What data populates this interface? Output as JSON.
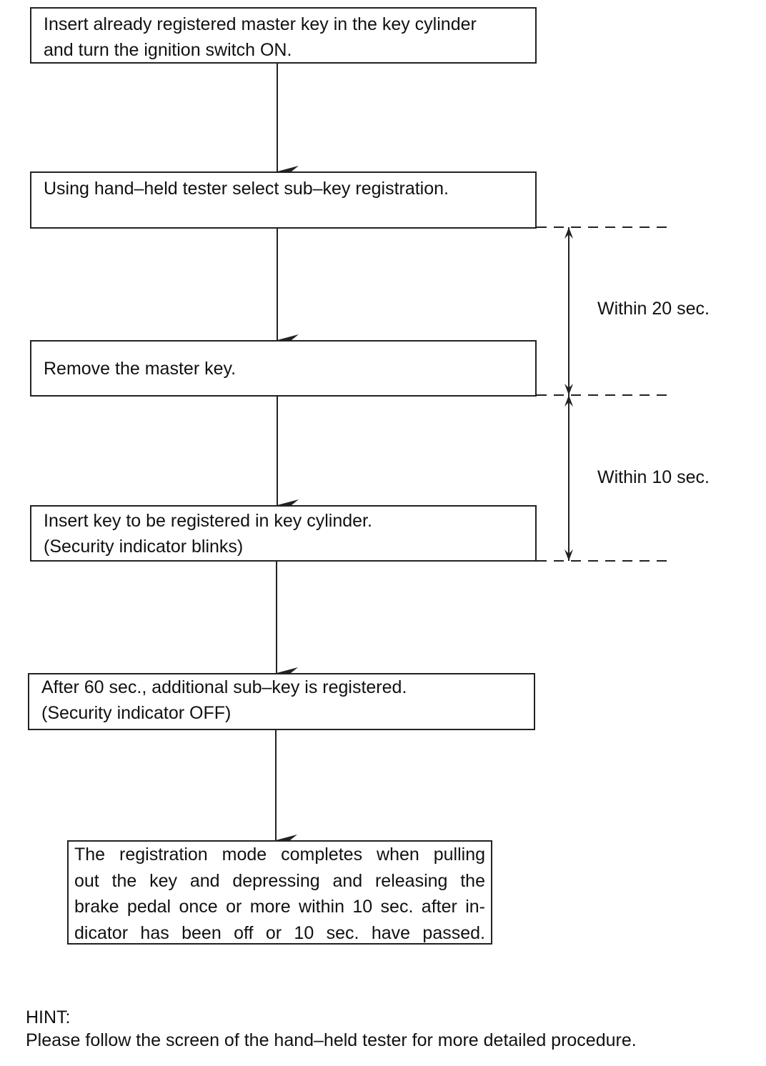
{
  "steps": [
    {
      "id": "insert-master-key",
      "lines": [
        "Insert already registered master key in the key cylinder",
        "and turn the ignition switch ON."
      ]
    },
    {
      "id": "select-sub-key-registration",
      "lines": [
        "Using hand–held tester select sub–key registration."
      ]
    },
    {
      "id": "remove-master-key",
      "lines": [
        "Remove the master key."
      ]
    },
    {
      "id": "insert-key-to-register",
      "lines": [
        "Insert key to be registered in key cylinder.",
        "(Security indicator blinks)"
      ]
    },
    {
      "id": "sub-key-registered",
      "lines": [
        "After 60 sec., additional sub–key is registered.",
        "(Security indicator OFF)"
      ]
    },
    {
      "id": "registration-complete",
      "lines": [
        "The registration mode completes when pulling",
        "out the key and depressing and releasing the",
        "brake pedal once or more within 10 sec. after in-",
        "dicator has been off or 10 sec. have passed."
      ]
    }
  ],
  "timing": {
    "first": "Within 20 sec.",
    "second": "Within 10 sec."
  },
  "hint": {
    "title": "HINT:",
    "text": "Please follow the screen of the hand–held tester for more detailed procedure."
  }
}
